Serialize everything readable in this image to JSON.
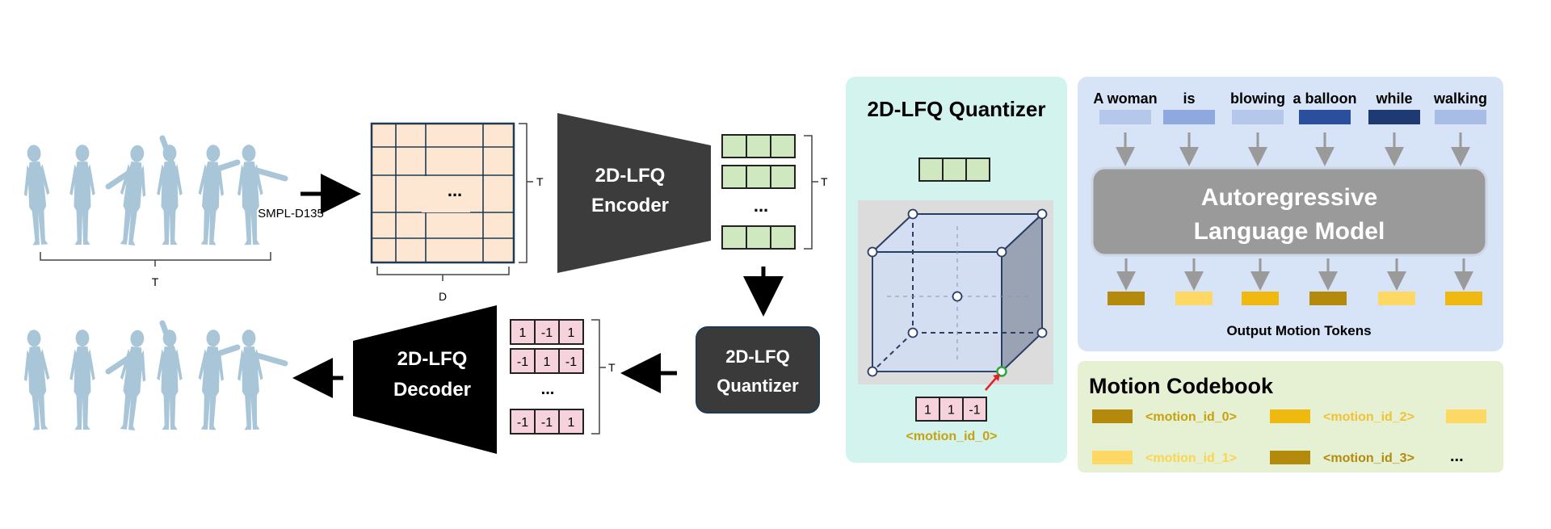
{
  "left": {
    "smpl_label": "SMPL-D135",
    "t_label": "T",
    "d_label": "D",
    "ellipsis": "...",
    "encoder_label": [
      "2D-LFQ",
      "Encoder"
    ],
    "decoder_label": [
      "2D-LFQ",
      "Decoder"
    ],
    "quantizer_label": [
      "2D-LFQ",
      "Quantizer"
    ],
    "decoder_codes": [
      [
        "1",
        "-1",
        "1"
      ],
      [
        "-1",
        "1",
        "-1"
      ],
      [
        "-1",
        "-1",
        "1"
      ]
    ]
  },
  "quantizer_panel": {
    "title": "2D-LFQ Quantizer",
    "code": [
      "1",
      "1",
      "-1"
    ],
    "motion_id": "<motion_id_0>"
  },
  "lm_panel": {
    "words": [
      "A woman",
      "is",
      "blowing",
      "a balloon",
      "while",
      "walking"
    ],
    "word_colors": [
      "#b5c7ea",
      "#8fa9de",
      "#b5c7ea",
      "#2b4f9c",
      "#1f3a72",
      "#a7bde6"
    ],
    "model_label": [
      "Autoregressive",
      "Language Model"
    ],
    "token_colors": [
      "#b48a0c",
      "#fdd865",
      "#f0b90f",
      "#b48a0c",
      "#fdd865",
      "#f0b90f"
    ],
    "output_label": "Output Motion Tokens"
  },
  "codebook": {
    "title": "Motion Codebook",
    "entries": [
      {
        "label": "<motion_id_0>",
        "color": "#b48a0c",
        "text_color": "#c9a10d"
      },
      {
        "label": "<motion_id_2>",
        "color": "#f0b90f",
        "text_color": "#f2c235"
      },
      {
        "label": "<motion_id_1>",
        "color": "#fdd865",
        "text_color": "#fbd54e"
      },
      {
        "label": "<motion_id_3>",
        "color": "#b48a0c",
        "text_color": "#b48a0c"
      }
    ],
    "extra_swatch_color": "#fdd865",
    "ellipsis": "..."
  },
  "colors": {
    "matrix_fill": "#fde7d2",
    "green_cell": "#cfe8bf",
    "pink_cell": "#f6d3dc",
    "dark_block": "#3c3c3c",
    "quant_panel_bg": "#d3f3ef",
    "lm_panel_bg": "#d7e3f6",
    "codebook_bg": "#e6f0d2",
    "figure": "#a9c6d8"
  }
}
